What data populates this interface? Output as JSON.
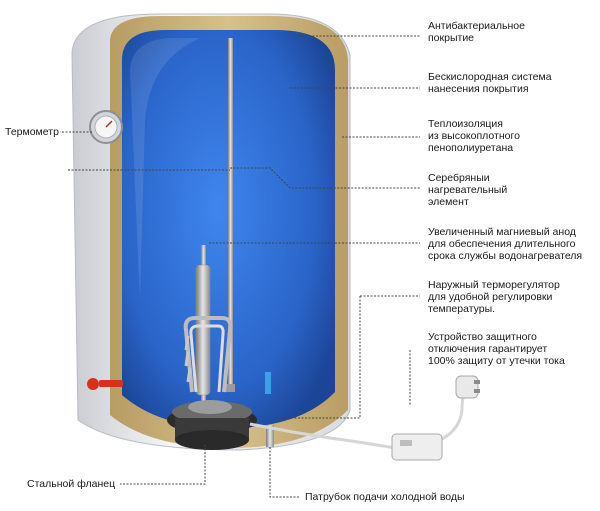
{
  "colors": {
    "tank_blue": "#2f6fd6",
    "insulation": "#c9b17a",
    "casing": "#e8eaee",
    "leader_line": "#444444"
  },
  "labels": {
    "antibacterial": "Антибактериальное\nпокрытие",
    "oxygen_free": "Бескислородная система\nнанесения покрытия",
    "insulation": "Теплоизоляция\nиз высокоплотного\nпенополиуретана",
    "heating_element": "Серебряныи\nнагревательный\nэлемент",
    "anode": "Увеличенный магниевый анод\nдля обеспечения длительного\nсрока службы водонагревателя",
    "thermostat": "Наружный терморегулятор\nдля удобной регулировки\nтемпературы.",
    "rcd": "Устройство защитного\nотключения гарантирует\n100% защиту от утечки тока",
    "thermometer": "Термометр",
    "flange": "Стальной фланец",
    "cold_inlet": "Патрубок подачи холодной воды"
  },
  "icons": [
    "thermometer-dial-icon",
    "power-plug-icon",
    "brand-logo"
  ]
}
